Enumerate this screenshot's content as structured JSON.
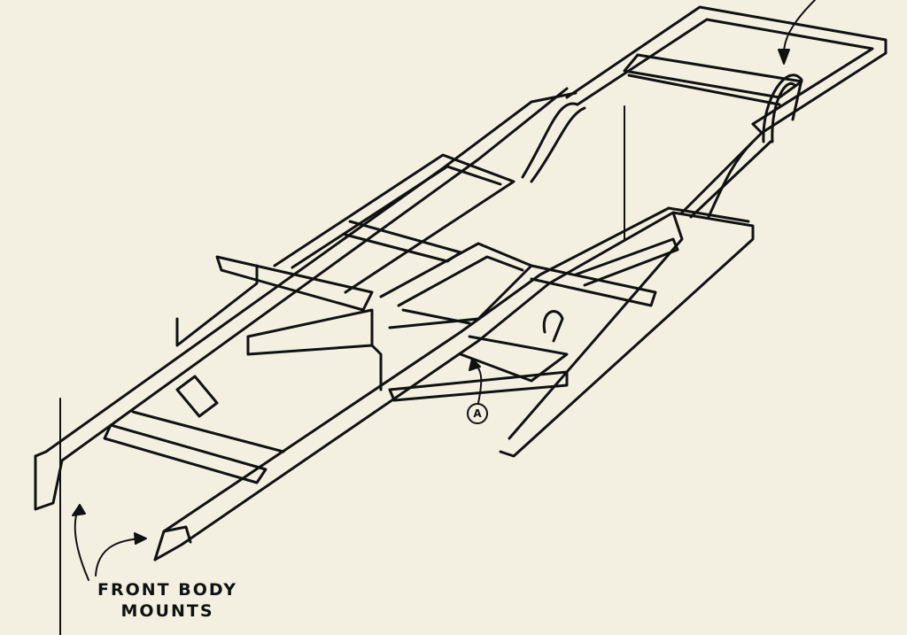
{
  "labels": {
    "front_body_mounts_line1": "FRONT BODY",
    "front_body_mounts_line2": "MOUNTS",
    "marker": "A"
  },
  "colors": {
    "paper": "#f4f0e1",
    "ink": "#111111"
  }
}
